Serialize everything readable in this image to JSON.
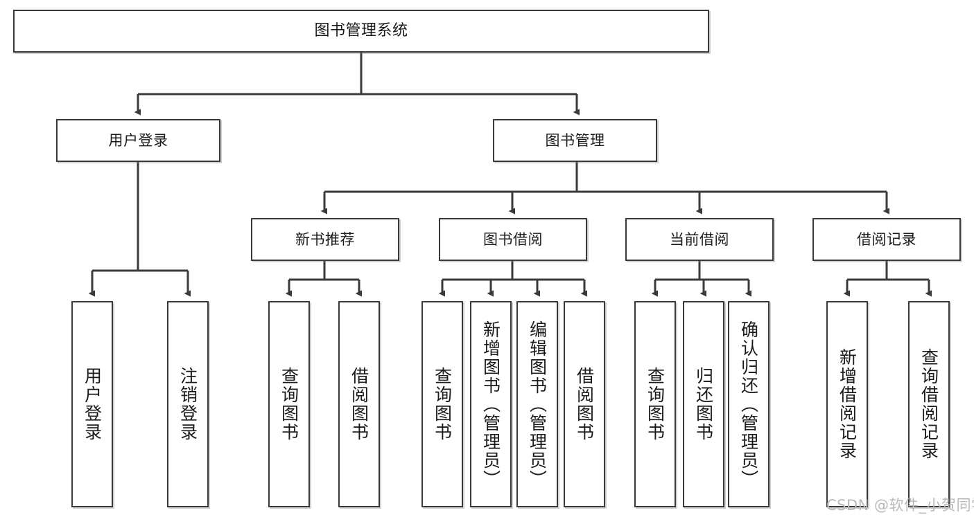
{
  "diagram": {
    "type": "tree",
    "title": "图书管理系统",
    "watermark": "CSDN @软件_小贺同学",
    "colors": {
      "stroke": "#3a3a3a",
      "fill": "#ffffff",
      "text": "#1b1b1b",
      "watermark": "#b9b9b9"
    },
    "nodes": {
      "root": {
        "label": "图书管理系统"
      },
      "level2": [
        {
          "id": "user-login",
          "label": "用户登录"
        },
        {
          "id": "book-manage",
          "label": "图书管理"
        }
      ],
      "level3": [
        {
          "id": "new-book-recommend",
          "label": "新书推荐"
        },
        {
          "id": "book-borrow",
          "label": "图书借阅"
        },
        {
          "id": "current-borrow",
          "label": "当前借阅"
        },
        {
          "id": "borrow-record",
          "label": "借阅记录"
        }
      ],
      "leaves": [
        {
          "id": "leaf-user-login",
          "label": "用户登录",
          "parent": "user-login"
        },
        {
          "id": "leaf-logout",
          "label": "注销登录",
          "parent": "user-login"
        },
        {
          "id": "leaf-query-book-1",
          "label": "查询图书",
          "parent": "new-book-recommend"
        },
        {
          "id": "leaf-borrow-book-1",
          "label": "借阅图书",
          "parent": "new-book-recommend"
        },
        {
          "id": "leaf-query-book-2",
          "label": "查询图书",
          "parent": "book-borrow"
        },
        {
          "id": "leaf-add-book",
          "label": "新增图书（管理员）",
          "parent": "book-borrow"
        },
        {
          "id": "leaf-edit-book",
          "label": "编辑图书（管理员）",
          "parent": "book-borrow"
        },
        {
          "id": "leaf-borrow-book-2",
          "label": "借阅图书",
          "parent": "book-borrow"
        },
        {
          "id": "leaf-query-book-3",
          "label": "查询图书",
          "parent": "current-borrow"
        },
        {
          "id": "leaf-return-book",
          "label": "归还图书",
          "parent": "current-borrow"
        },
        {
          "id": "leaf-confirm-return",
          "label": "确认归还（管理员）",
          "parent": "current-borrow"
        },
        {
          "id": "leaf-add-record",
          "label": "新增借阅记录",
          "parent": "borrow-record"
        },
        {
          "id": "leaf-query-record",
          "label": "查询借阅记录",
          "parent": "borrow-record"
        }
      ]
    }
  }
}
